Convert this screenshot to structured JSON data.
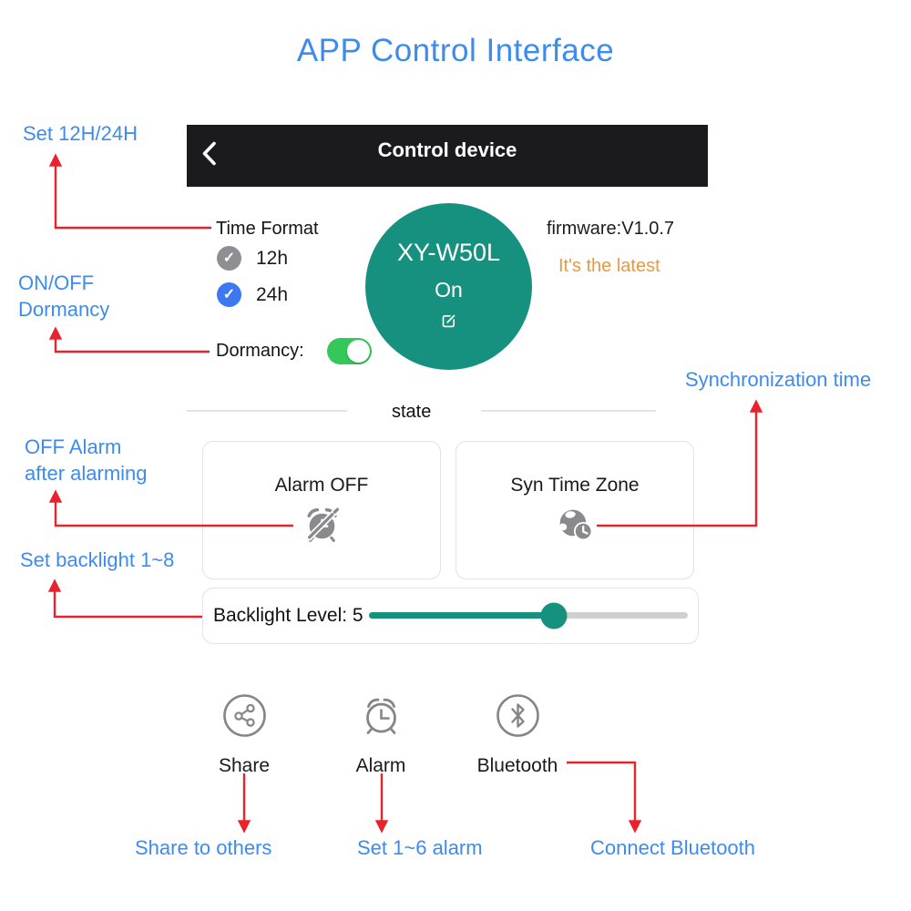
{
  "page": {
    "title": "APP Control Interface"
  },
  "app": {
    "header": {
      "title": "Control device"
    },
    "time_format": {
      "label": "Time Format",
      "options": [
        {
          "label": "12h",
          "selected": false,
          "check_glyph": "✓"
        },
        {
          "label": "24h",
          "selected": true,
          "check_glyph": "✓"
        }
      ]
    },
    "dormancy": {
      "label": "Dormancy:",
      "enabled": true
    },
    "device": {
      "name": "XY-W50L",
      "state": "On"
    },
    "firmware": {
      "version": "firmware:V1.0.7",
      "status": "It's the latest"
    },
    "state_section": {
      "label": "state",
      "cards": [
        {
          "label": "Alarm OFF"
        },
        {
          "label": "Syn Time Zone"
        }
      ]
    },
    "backlight": {
      "label": "Backlight Level: 5",
      "value": 5,
      "percent": 58
    },
    "shortcuts": [
      {
        "label": "Share"
      },
      {
        "label": "Alarm"
      },
      {
        "label": "Bluetooth"
      }
    ]
  },
  "annotations": {
    "set_time_format": "Set 12H/24H",
    "dormancy": "ON/OFF\nDormancy",
    "off_alarm": "OFF Alarm\nafter alarming",
    "set_backlight": "Set backlight 1~8",
    "sync_time": "Synchronization time",
    "share": "Share to others",
    "set_alarm": "Set 1~6 alarm",
    "connect_bluetooth": "Connect Bluetooth"
  },
  "colors": {
    "accent_blue": "#3E8BEE",
    "teal": "#17917F",
    "toggle_green": "#34C759",
    "radio_blue": "#3C78F0",
    "radio_gray": "#8E8E93",
    "annotation_red": "#E8232B",
    "status_orange": "#EC9740",
    "header_bg": "#1B1B1D"
  }
}
